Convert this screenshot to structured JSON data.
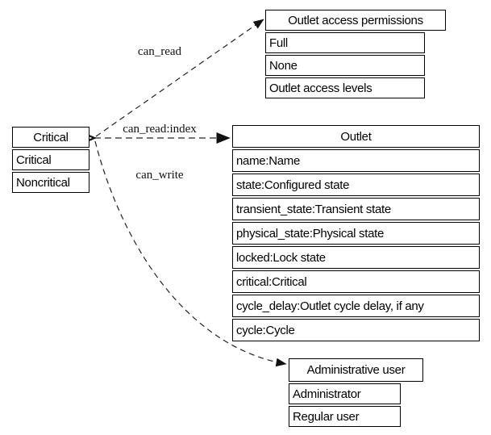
{
  "diagram": {
    "nodes": {
      "critical": {
        "header": "Critical",
        "rows": [
          "Critical",
          "Noncritical"
        ]
      },
      "outlet_access_permissions": {
        "header": "Outlet access permissions",
        "rows": [
          "Full",
          "None",
          "Outlet access levels"
        ]
      },
      "outlet": {
        "header": "Outlet",
        "rows": [
          "name:Name",
          "state:Configured state",
          "transient_state:Transient state",
          "physical_state:Physical state",
          "locked:Lock state",
          "critical:Critical",
          "cycle_delay:Outlet cycle delay, if any",
          "cycle:Cycle"
        ]
      },
      "administrative_user": {
        "header": "Administrative user",
        "rows": [
          "Administrator",
          "Regular user"
        ]
      }
    },
    "edges": [
      {
        "label": "can_read",
        "from": "Critical",
        "to": "Outlet access permissions"
      },
      {
        "label": "can_read:index",
        "from": "Critical",
        "to": "Outlet"
      },
      {
        "label": "can_write",
        "from": "Critical",
        "to": "Administrative user"
      }
    ],
    "colors": {
      "node_border": "#000000",
      "node_fill": "#ffffff",
      "text": "#000000",
      "edge_line": "#333333"
    }
  }
}
